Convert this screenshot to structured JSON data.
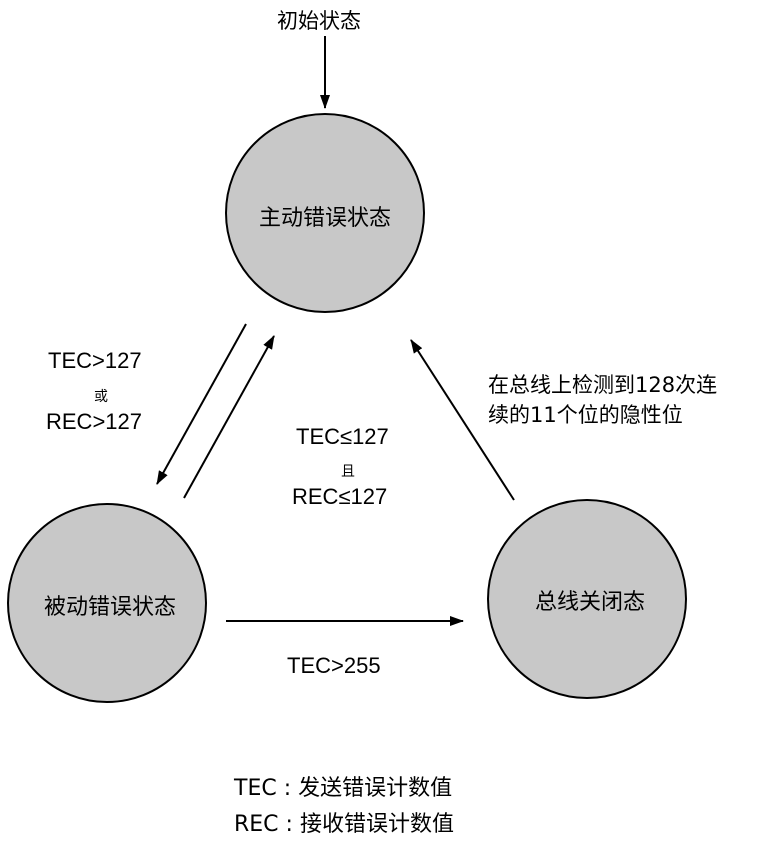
{
  "initial_label": "初始状态",
  "states": {
    "error_active": "主动错误状态",
    "error_passive": "被动错误状态",
    "bus_off": "总线关闭态"
  },
  "transitions": {
    "to_passive": {
      "line1": "TEC>127",
      "conj": "或",
      "line2": "REC>127"
    },
    "to_active": {
      "line1": "TEC≤127",
      "conj": "且",
      "line2": "REC≤127"
    },
    "to_bus_off": "TEC>255",
    "recover": {
      "line1": "在总线上检测到128次连",
      "line2": "续的11个位的隐性位"
    }
  },
  "legend": {
    "tec": "TEC : 发送错误计数值",
    "rec": "REC : 接收错误计数值"
  },
  "colors": {
    "node_fill": "#c8c8c8",
    "stroke": "#000000"
  }
}
